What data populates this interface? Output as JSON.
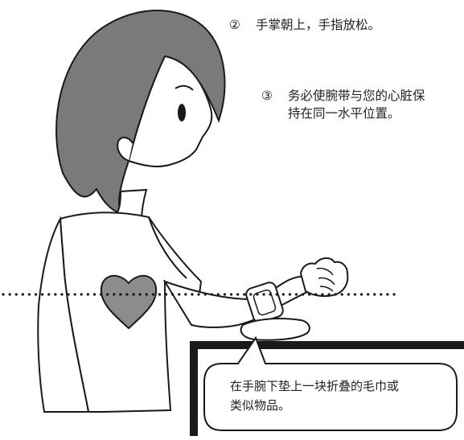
{
  "notes": {
    "step2": {
      "number": "②",
      "text": "手掌朝上，手指放松。"
    },
    "step3": {
      "number": "③",
      "line1": "务必使腕带与您的心脏保",
      "line2": "持在同一水平位置。"
    }
  },
  "bubble": {
    "line1": "在手腕下垫上一块折叠的毛巾或",
    "line2": "类似物品。"
  },
  "colors": {
    "heart": "#8c8c8c",
    "ink": "#1a1a1a",
    "hair": "#7a7a7a"
  },
  "icons": {
    "heart": "heart-icon"
  }
}
